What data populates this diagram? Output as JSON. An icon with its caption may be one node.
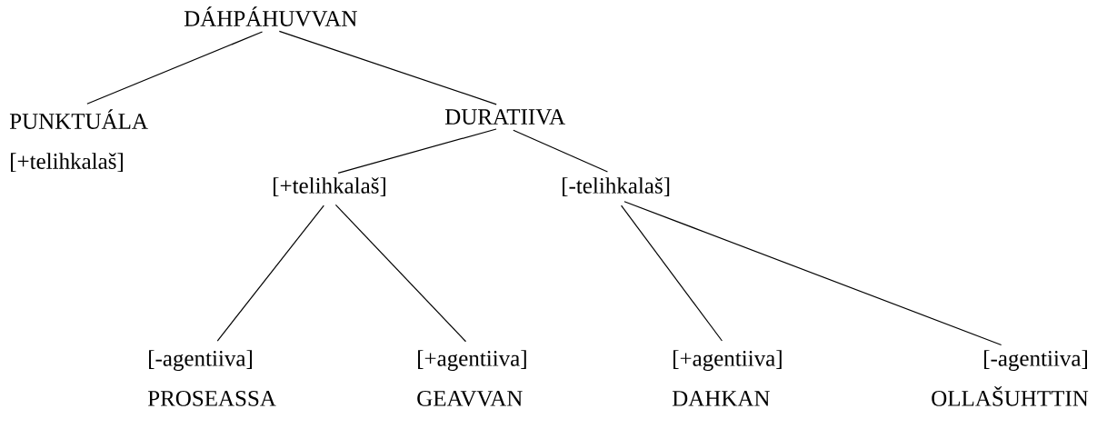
{
  "diagram": {
    "nodes": [
      {
        "text": [
          "DÁHPÁHUVVAN"
        ]
      },
      {
        "text": [
          "PUNKTUÁLA",
          "[+telihkalaš]"
        ]
      },
      {
        "text": [
          "DURATIIVA"
        ]
      },
      {
        "text": [
          "[+telihkalaš]"
        ]
      },
      {
        "text": [
          "[-telihkalaš]"
        ]
      },
      {
        "text": [
          "[-agentiiva]",
          "PROSEASSA"
        ]
      },
      {
        "text": [
          "[+agentiiva]",
          "GEAVVAN"
        ]
      },
      {
        "text": [
          "[+agentiiva]",
          "DAHKAN"
        ]
      },
      {
        "text": [
          "[-agentiiva]",
          "OLLAŠUHTTIN"
        ]
      }
    ],
    "edges": [
      {
        "from": 0,
        "to": 1,
        "arrow": "none"
      },
      {
        "from": 0,
        "to": 2,
        "arrow": "none"
      },
      {
        "from": 2,
        "to": 3,
        "arrow": "none"
      },
      {
        "from": 2,
        "to": 4,
        "arrow": "none"
      },
      {
        "from": 3,
        "to": 5,
        "arrow": "none"
      },
      {
        "from": 3,
        "to": 6,
        "arrow": "none"
      },
      {
        "from": 4,
        "to": 7,
        "arrow": "none"
      },
      {
        "from": 4,
        "to": 8,
        "arrow": "none"
      }
    ]
  }
}
